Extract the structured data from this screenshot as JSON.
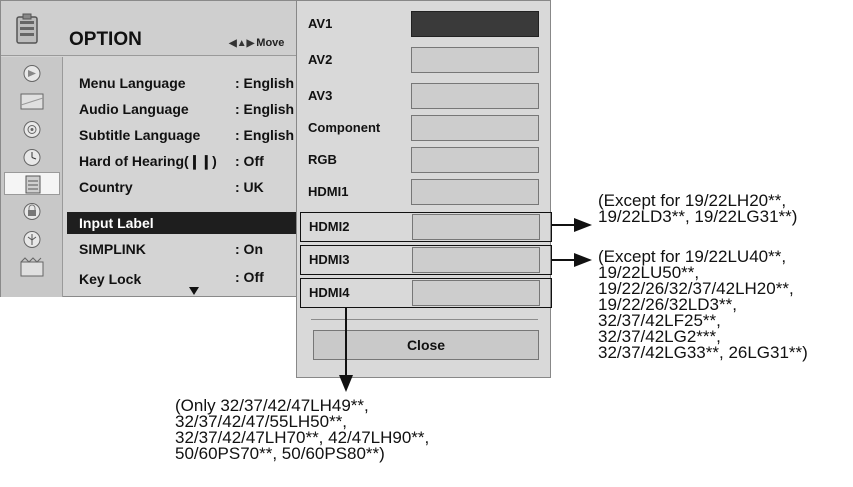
{
  "menu": {
    "title": "OPTION",
    "move_hint": "Move",
    "items": [
      {
        "label": "Menu Language",
        "value": ": English"
      },
      {
        "label": "Audio Language",
        "value": ": English"
      },
      {
        "label": "Subtitle Language",
        "value": ": English"
      },
      {
        "label": "Hard of Hearing(❙❙)",
        "value": ": Off"
      },
      {
        "label": "Country",
        "value": ": UK"
      },
      {
        "label": "Input Label",
        "value": ""
      },
      {
        "label": "SIMPLINK",
        "value": ": On"
      },
      {
        "label": "Key Lock",
        "value": ": Off"
      }
    ],
    "selected_item": "Input Label",
    "side_icons": [
      "picture-icon",
      "screen-icon",
      "audio-icon",
      "time-icon",
      "option-icon",
      "lock-icon",
      "usb-icon",
      "media-icon"
    ],
    "selected_icon": "option-icon"
  },
  "panel": {
    "inputs": [
      "AV1",
      "AV2",
      "AV3",
      "Component",
      "RGB",
      "HDMI1",
      "HDMI2",
      "HDMI3",
      "HDMI4"
    ],
    "close_label": "Close"
  },
  "notes": {
    "hdmi2": [
      "(Except for 19/22LH20**,",
      "19/22LD3**, 19/22LG31**)"
    ],
    "hdmi3": [
      "(Except for 19/22LU40**,",
      "19/22LU50**,",
      "19/22/26/32/37/42LH20**,",
      "19/22/26/32LD3**,",
      "32/37/42LF25**,",
      "32/37/42LG2***,",
      "32/37/42LG33**, 26LG31**)"
    ],
    "hdmi4": [
      "(Only 32/37/42/47LH49**,",
      "32/37/42/47/55LH50**,",
      "32/37/42/47LH70**, 42/47LH90**,",
      "50/60PS70**, 50/60PS80**)"
    ]
  }
}
